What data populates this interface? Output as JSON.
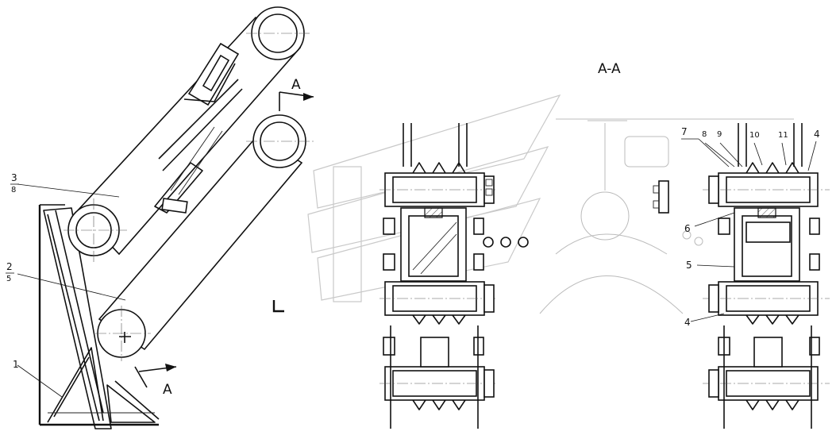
{
  "section_title": "A-A",
  "cut_marks": {
    "upper": "A",
    "lower": "A"
  },
  "left_callouts": [
    {
      "id": "1",
      "label": "1"
    },
    {
      "id": "2",
      "label": "2",
      "sub": "5"
    },
    {
      "id": "3",
      "label": "3",
      "sub": "8"
    }
  ],
  "right_callouts": [
    {
      "id": "4a",
      "label": "4"
    },
    {
      "id": "4b",
      "label": "4"
    },
    {
      "id": "5",
      "label": "5"
    },
    {
      "id": "6",
      "label": "6"
    },
    {
      "id": "7",
      "label": "7"
    },
    {
      "id": "8",
      "label": "8"
    },
    {
      "id": "9",
      "label": "9"
    },
    {
      "id": "10",
      "label": "10"
    },
    {
      "id": "11",
      "label": "11"
    }
  ],
  "colors": {
    "ink": "#111111",
    "watermark": "#c9c9c9",
    "paper": "#ffffff"
  }
}
